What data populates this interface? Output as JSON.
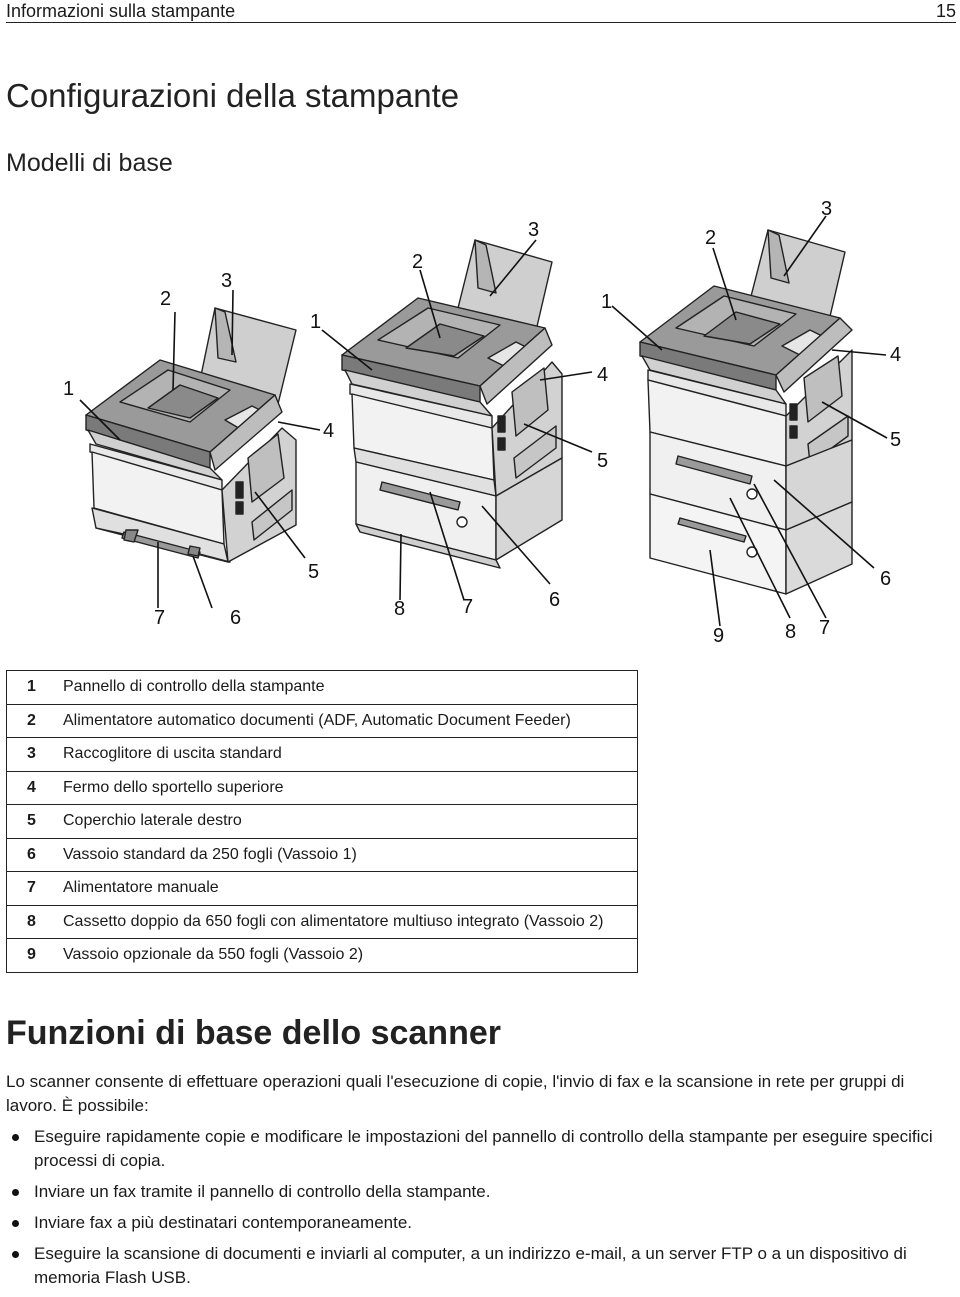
{
  "header": {
    "title": "Informazioni sulla stampante",
    "page_number": "15"
  },
  "page_title": "Configurazioni della stampante",
  "subtitle": "Modelli di base",
  "figure": {
    "callouts": {
      "a": [
        "1",
        "2",
        "3",
        "4",
        "5",
        "6",
        "7"
      ],
      "b": [
        "1",
        "2",
        "3",
        "4",
        "5",
        "6",
        "7",
        "8"
      ],
      "c": [
        "2",
        "3",
        "4",
        "5",
        "6",
        "7",
        "8",
        "9"
      ]
    }
  },
  "legend": [
    {
      "num": "1",
      "desc": "Pannello di controllo della stampante"
    },
    {
      "num": "2",
      "desc": "Alimentatore automatico documenti (ADF, Automatic Document Feeder)"
    },
    {
      "num": "3",
      "desc": "Raccoglitore di uscita standard"
    },
    {
      "num": "4",
      "desc": "Fermo dello sportello superiore"
    },
    {
      "num": "5",
      "desc": "Coperchio laterale destro"
    },
    {
      "num": "6",
      "desc": "Vassoio standard da 250 fogli (Vassoio 1)"
    },
    {
      "num": "7",
      "desc": "Alimentatore manuale"
    },
    {
      "num": "8",
      "desc": "Cassetto doppio da 650 fogli con alimentatore multiuso integrato (Vassoio 2)"
    },
    {
      "num": "9",
      "desc": "Vassoio opzionale da 550 fogli (Vassoio 2)"
    }
  ],
  "section": {
    "heading": "Funzioni di base dello scanner",
    "paragraph": "Lo scanner consente di effettuare operazioni quali l'esecuzione di copie, l'invio di fax e la scansione in rete per gruppi di lavoro. È possibile:",
    "bullets": [
      "Eseguire rapidamente copie e modificare le impostazioni del pannello di controllo della stampante per eseguire specifici processi di copia.",
      "Inviare un fax tramite il pannello di controllo della stampante.",
      "Inviare fax a più destinatari contemporaneamente.",
      "Eseguire la scansione di documenti e inviarli al computer, a un indirizzo e-mail, a un server FTP o a un dispositivo di memoria Flash USB."
    ]
  }
}
